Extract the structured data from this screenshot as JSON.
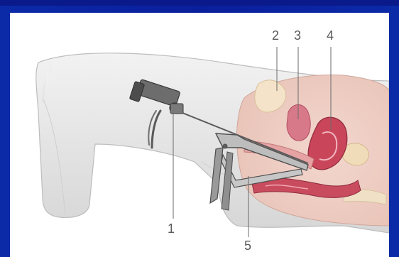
{
  "diagram": {
    "callouts": [
      {
        "id": "1",
        "label": "1"
      },
      {
        "id": "2",
        "label": "2"
      },
      {
        "id": "3",
        "label": "3"
      },
      {
        "id": "4",
        "label": "4"
      },
      {
        "id": "5",
        "label": "5"
      }
    ]
  },
  "colors": {
    "background": "#0a1f9c",
    "panel": "#ffffff",
    "skin": "#e9e9e9",
    "tissue": "#d98a8a",
    "organ": "#c9465a",
    "instrument": "#5a5a5a",
    "label": "#5a5a5a"
  }
}
